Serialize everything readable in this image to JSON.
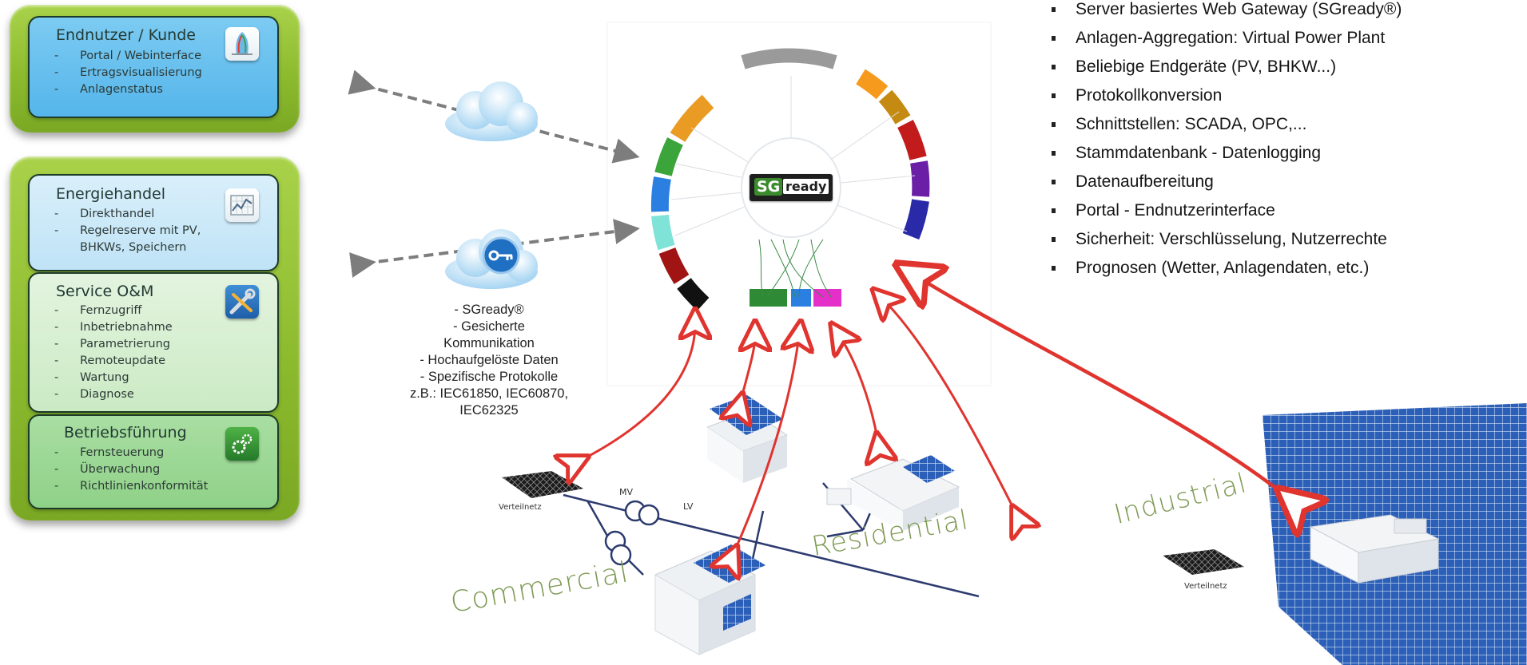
{
  "panels": {
    "endnutzer": {
      "title": "Endnutzer / Kunde",
      "items": [
        "Portal / Webinterface",
        "Ertragsvisualisierung",
        "Anlagenstatus"
      ]
    },
    "energiehandel": {
      "title": "Energiehandel",
      "items": [
        "Direkthandel",
        "Regelreserve mit PV, BHKWs, Speichern"
      ]
    },
    "service": {
      "title": "Service O&M",
      "items": [
        "Fernzugriff",
        "Inbetriebnahme",
        "Parametrierung",
        "Remoteupdate",
        "Wartung",
        "Diagnose"
      ]
    },
    "betrieb": {
      "title": "Betriebsführung",
      "items": [
        "Fernsteuerung",
        "Überwachung",
        "Richtlinienkonformität"
      ]
    }
  },
  "communication": {
    "lines": [
      "- SGready®",
      "- Gesicherte",
      "Kommunikation",
      "- Hochaufgelöste Daten",
      "- Spezifische Protokolle",
      "z.B.: IEC61850, IEC60870,",
      "IEC62325"
    ]
  },
  "features": [
    "Server basiertes Web Gateway (SGready®)",
    "Anlagen-Aggregation: Virtual Power Plant",
    "Beliebige Endgeräte (PV, BHKW...)",
    "Protokollkonversion",
    "Schnittstellen: SCADA, OPC,...",
    "Stammdatenbank - Datenlogging",
    "Datenaufbereitung",
    "Portal - Endnutzerinterface",
    "Sicherheit: Verschlüsselung, Nutzerrechte",
    "Prognosen (Wetter, Anlagendaten, etc.)"
  ],
  "logo": {
    "brand": "SG",
    "word": "ready"
  },
  "grid": {
    "verteilnetz_left": "Verteilnetz",
    "verteilnetz_right": "Verteilnetz",
    "mv": "MV",
    "lv": "LV"
  },
  "segments": {
    "commercial": "Commercial",
    "residential": "Residential",
    "industrial": "Industrial"
  },
  "colors": {
    "frame_green": "#8dbb2e",
    "arrow_red": "#e0342f",
    "grid_line": "#2c3a6e",
    "segment_label": "#7f9a55"
  }
}
